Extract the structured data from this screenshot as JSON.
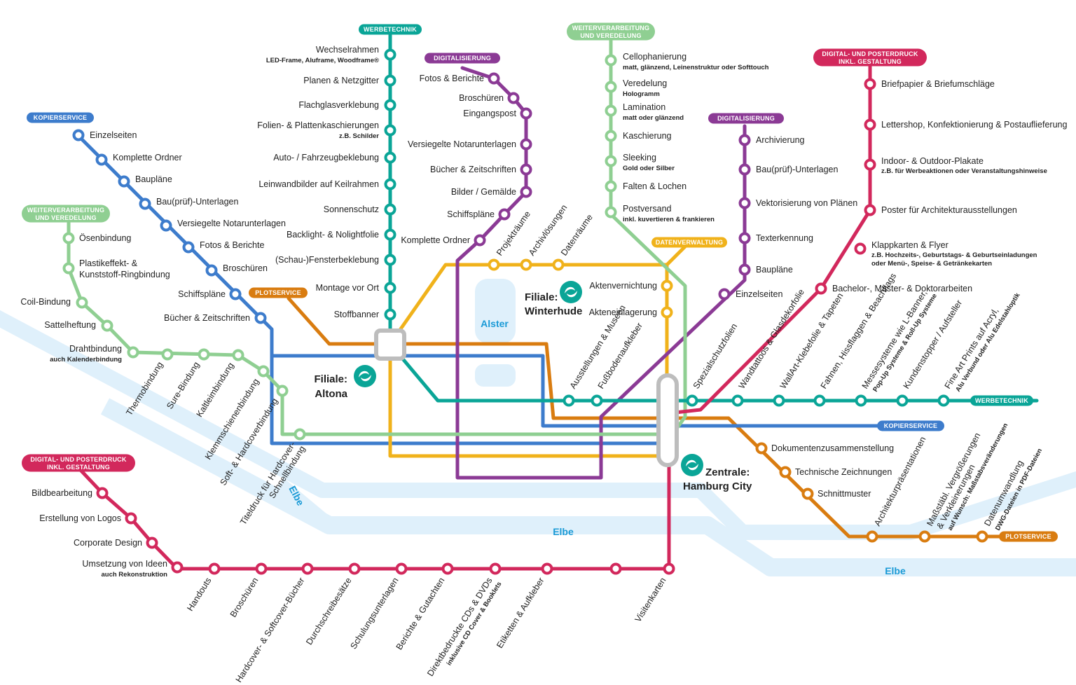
{
  "colors": {
    "werbetechnik": "#0aa597",
    "digitalisierung": "#8b3a95",
    "weiterverarbeitung": "#8fcf92",
    "digitaldruck": "#d2285c",
    "kopierservice": "#3d7ccc",
    "plotservice": "#d97c10",
    "datenverwaltung": "#f0b21b",
    "water": "#dff0fb",
    "water_text": "#1a9ad6",
    "hub_fill": "#bdbdbd"
  },
  "water": {
    "elbe": "Elbe",
    "alster": "Alster"
  },
  "hubs": {
    "altona": {
      "line1": "Filiale:",
      "line2": "Altona"
    },
    "winterhude": {
      "line1": "Filiale:",
      "line2": "Winterhude"
    },
    "city": {
      "line1": "Zentrale:",
      "line2": "Hamburg City"
    },
    "logo_icon": "swirl-logo-icon"
  },
  "pills": {
    "werbetechnik_top": "WERBETECHNIK",
    "werbetechnik_end": "WERBETECHNIK",
    "digitalisierung_1": "DIGITALISIERUNG",
    "digitalisierung_2": "DIGITALISIERUNG",
    "weiterverarbeitung_top": [
      "WEITERVERARBEITUNG",
      "UND VEREDELUNG"
    ],
    "weiterverarbeitung_left": [
      "WEITERVERARBEITUNG",
      "UND VEREDELUNG"
    ],
    "digitaldruck_top": [
      "DIGITAL- UND POSTERDRUCK",
      "INKL. GESTALTUNG"
    ],
    "digitaldruck_left": [
      "DIGITAL- UND POSTERDRUCK",
      "INKL. GESTALTUNG"
    ],
    "kopierservice_top": "KOPIERSERVICE",
    "kopierservice_end": "KOPIERSERVICE",
    "plotservice_left": "PLOTSERVICE",
    "plotservice_end": "PLOTSERVICE",
    "datenverwaltung": "DATENVERWALTUNG"
  },
  "stations": {
    "werbetechnik": [
      {
        "label": "Wechselrahmen",
        "sub": "LED-Frame, Aluframe, Woodframe®"
      },
      {
        "label": "Planen & Netzgitter"
      },
      {
        "label": "Flachglasverklebung"
      },
      {
        "label": "Folien- & Plattenkaschierungen",
        "sub": "z.B. Schilder"
      },
      {
        "label": "Auto- / Fahrzeugbeklebung"
      },
      {
        "label": "Leinwandbilder auf Keilrahmen"
      },
      {
        "label": "Sonnenschutz"
      },
      {
        "label": "Backlight- & Nolightfolie"
      },
      {
        "label": "(Schau-)Fensterbeklebung"
      },
      {
        "label": "Montage vor Ort"
      },
      {
        "label": "Stoffbanner"
      }
    ],
    "werbetechnik_east": [
      {
        "label": "Ausstellungen & Museen"
      },
      {
        "label": "Fußbodenaufkleber"
      },
      {
        "label": "Spezialschutzfolien"
      },
      {
        "label": "Wandtattoos & Glasdekorfolie"
      },
      {
        "label": "WallArt-Klebefolie & Tapeten"
      },
      {
        "label": "Fahnen, Hissflaggen & Beachflags"
      },
      {
        "label": "Messesysteme wie L-Banner,",
        "sub": "Pop-Up Systeme & Roll-Up Systeme"
      },
      {
        "label": "Kundenstopper / Aufsteller"
      },
      {
        "label": "Fine Art Prints auf Acryl,",
        "sub": "Alu Verbund oder Alu Edelstahloptik"
      }
    ],
    "digitalisierung_1": [
      {
        "label": "Fotos & Berichte"
      },
      {
        "label": "Broschüren"
      },
      {
        "label": "Eingangspost"
      },
      {
        "label": "Versiegelte Notarunterlagen"
      },
      {
        "label": "Bücher & Zeitschriften"
      },
      {
        "label": "Bilder / Gemälde"
      },
      {
        "label": "Schiffspläne"
      },
      {
        "label": "Komplette Ordner"
      }
    ],
    "digitalisierung_2": [
      {
        "label": "Archivierung"
      },
      {
        "label": "Bau(prüf)-Unterlagen"
      },
      {
        "label": "Vektorisierung von Plänen"
      },
      {
        "label": "Texterkennung"
      },
      {
        "label": "Baupläne"
      },
      {
        "label": "Einzelseiten"
      }
    ],
    "veredelung": [
      {
        "label": "Cellophanierung",
        "sub": "matt, glänzend, Leinenstruktur oder Softtouch"
      },
      {
        "label": "Veredelung",
        "sub": "Hologramm"
      },
      {
        "label": "Lamination",
        "sub": "matt oder glänzend"
      },
      {
        "label": "Kaschierung"
      },
      {
        "label": "Sleeking",
        "sub": "Gold oder Silber"
      },
      {
        "label": "Falten & Lochen"
      },
      {
        "label": "Postversand",
        "sub": "inkl. kuvertieren & frankieren"
      }
    ],
    "weiterverarbeitung": [
      {
        "label": "Ösenbindung"
      },
      {
        "label": "Plastikeffekt- &",
        "sub2": "Kunststoff-Ringbindung"
      },
      {
        "label": "Coil-Bindung"
      },
      {
        "label": "Sattelheftung"
      },
      {
        "label": "Drahtbindung",
        "sub": "auch Kalenderbindung"
      },
      {
        "label": "Thermobindung"
      },
      {
        "label": "Sure-Bindung"
      },
      {
        "label": "Kaltleimbindung"
      },
      {
        "label": "Klemmschienenbindung"
      },
      {
        "label": "Soft- & Hardcoverbindung"
      },
      {
        "label": "Titeldruck für Hardcover-",
        "sub2": "Schnellbindung"
      }
    ],
    "kopierservice": [
      {
        "label": "Einzelseiten"
      },
      {
        "label": "Komplette Ordner"
      },
      {
        "label": "Baupläne"
      },
      {
        "label": "Bau(prüf)-Unterlagen"
      },
      {
        "label": "Versiegelte Notarunterlagen"
      },
      {
        "label": "Fotos & Berichte"
      },
      {
        "label": "Broschüren"
      },
      {
        "label": "Schiffspläne"
      },
      {
        "label": "Bücher & Zeitschriften"
      }
    ],
    "digitaldruck_top": [
      {
        "label": "Briefpapier & Briefumschläge"
      },
      {
        "label": "Lettershop, Konfektionierung & Postauflieferung"
      },
      {
        "label": "Indoor- & Outdoor-Plakate",
        "sub": "z.B. für Werbeaktionen oder Veranstaltungshinweise"
      },
      {
        "label": "Poster für Architekturausstellungen"
      },
      {
        "label": "Klappkarten & Flyer",
        "sub": "z.B. Hochzeits-, Geburtstags- & Geburtseinladungen",
        "sub2b": "oder Menü-, Speise- & Getränkekarten"
      },
      {
        "label": "Bachelor-, Master- & Doktorarbeiten"
      }
    ],
    "digitaldruck_left": [
      {
        "label": "Bildbearbeitung"
      },
      {
        "label": "Erstellung von Logos"
      },
      {
        "label": "Corporate Design"
      },
      {
        "label": "Umsetzung von Ideen",
        "sub": "auch Rekonstruktion"
      }
    ],
    "digitaldruck_bottom": [
      {
        "label": "Handouts"
      },
      {
        "label": "Broschüren"
      },
      {
        "label": "Hardcover- & Softcover-Bücher"
      },
      {
        "label": "Durchschreibesätze"
      },
      {
        "label": "Schulungsunterlagen"
      },
      {
        "label": "Berichte & Gutachten"
      },
      {
        "label": "Direktbedruckte CDs & DVDs",
        "sub": "inklusive CD Cover & Booklets"
      },
      {
        "label": "Etiketten & Aufkleber"
      },
      {
        "label": "Visitenkarten"
      }
    ],
    "plotservice": [
      {
        "label": "Dokumentenzusammenstellung"
      },
      {
        "label": "Technische Zeichnungen"
      },
      {
        "label": "Schnittmuster"
      },
      {
        "label": "Architekturpräsentationen"
      },
      {
        "label": "Maßstäbl. Vergrößerungen",
        "sub2": "& Verkleinerungen",
        "sub": "auf Wunsch: Maßstabsveränderungen"
      },
      {
        "label": "Datenumwandlung",
        "sub": "DWG-Dateien in PDF-Dateien"
      }
    ],
    "datenverwaltung": [
      {
        "label": "Projekträume"
      },
      {
        "label": "Archivlösungen"
      },
      {
        "label": "Datenräume"
      },
      {
        "label": "Aktenvernichtung"
      },
      {
        "label": "Akteneinlagerung"
      }
    ]
  }
}
